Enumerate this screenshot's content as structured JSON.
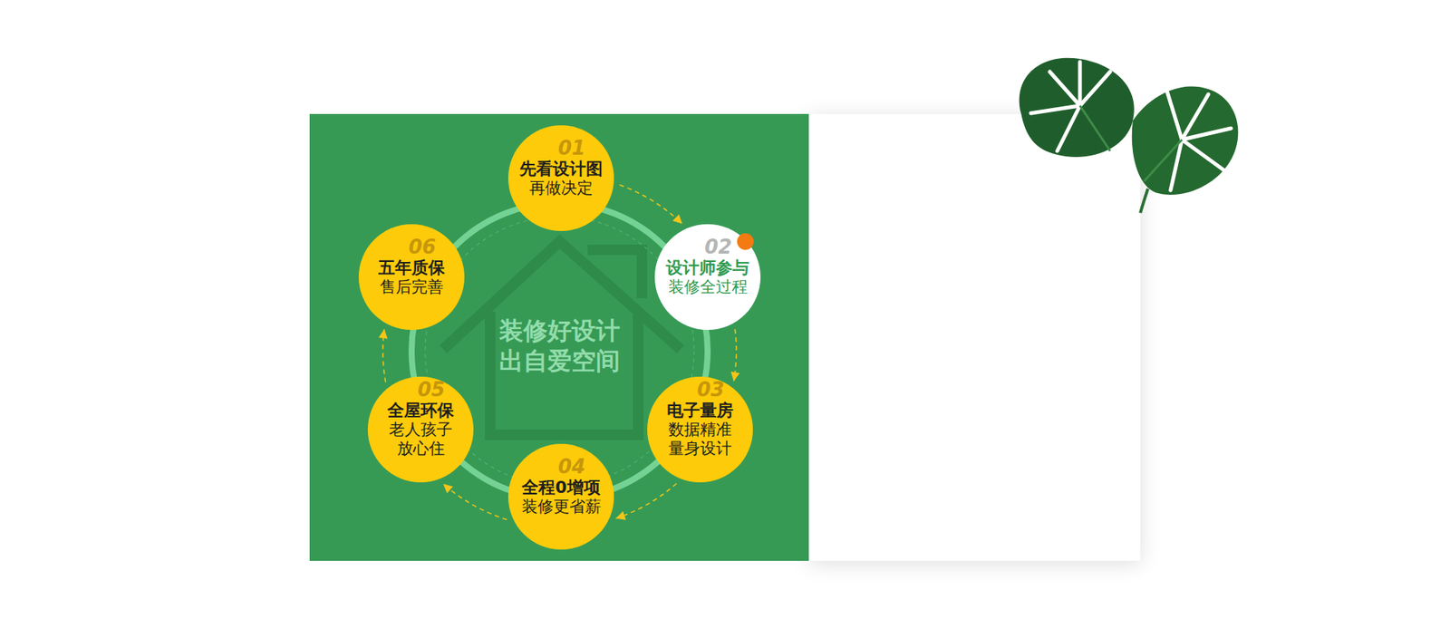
{
  "diagram": {
    "nodes": [
      {
        "text": [
          "先看设计图",
          "再做决定"
        ]
      },
      {
        "text": [
          "设计师参与",
          "装修全过程"
        ]
      },
      {
        "text": [
          "电子量房",
          "数据精准 量身设计"
        ]
      },
      {
        "text": [
          "全程0增项",
          "装修更省薪"
        ]
      },
      {
        "text": [
          "全屋环保",
          "老人孩子 放心住"
        ]
      },
      {
        "text": [
          "五年质保",
          "售后完善"
        ]
      }
    ],
    "edges": [
      {
        "from": 0,
        "to": 1,
        "arrow": "to"
      },
      {
        "from": 1,
        "to": 2,
        "arrow": "to"
      },
      {
        "from": 2,
        "to": 3,
        "arrow": "to"
      },
      {
        "from": 3,
        "to": 4,
        "arrow": "to"
      },
      {
        "from": 4,
        "to": 5,
        "arrow": "to"
      }
    ],
    "labels": [
      "装修好设计 出自爱空间",
      "01",
      "02",
      "03",
      "04",
      "05",
      "06"
    ]
  }
}
